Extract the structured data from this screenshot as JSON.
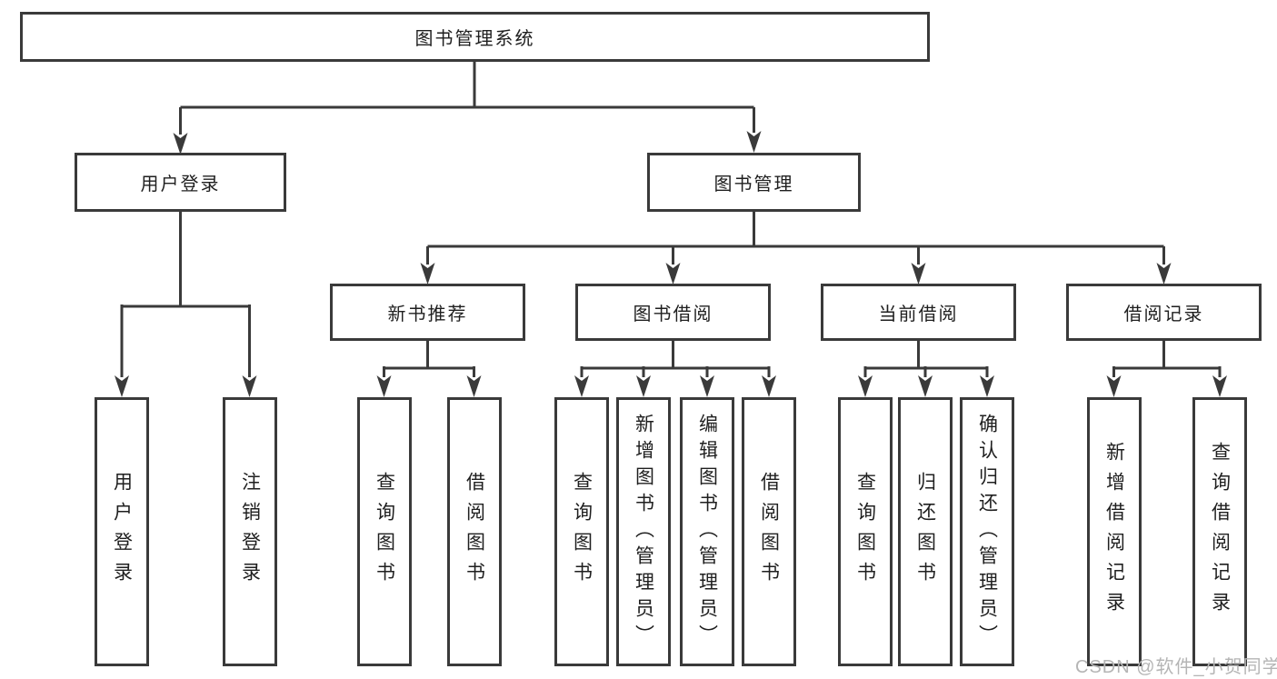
{
  "diagram": {
    "colors": {
      "line": "#3a3a3a",
      "text": "#1f1f1f",
      "background": "#ffffff",
      "watermark": "#b5b5b5"
    },
    "watermark": "CSDN @软件_小贺同学",
    "tree": {
      "root": {
        "label": "图书管理系统",
        "children": {
          "user_login": {
            "label": "用户登录",
            "children": {
              "login": {
                "label": "用户登录"
              },
              "logout": {
                "label": "注销登录"
              }
            }
          },
          "book_mgmt": {
            "label": "图书管理",
            "children": {
              "new_book_rec": {
                "label": "新书推荐",
                "children": {
                  "query": {
                    "label": "查询图书"
                  },
                  "borrow": {
                    "label": "借阅图书"
                  }
                }
              },
              "book_borrow": {
                "label": "图书借阅",
                "children": {
                  "query": {
                    "label": "查询图书"
                  },
                  "add": {
                    "label": "新增图书（管理员）"
                  },
                  "edit": {
                    "label": "编辑图书（管理员）"
                  },
                  "borrow": {
                    "label": "借阅图书"
                  }
                }
              },
              "current_borrow": {
                "label": "当前借阅",
                "children": {
                  "query": {
                    "label": "查询图书"
                  },
                  "return": {
                    "label": "归还图书"
                  },
                  "confirm": {
                    "label": "确认归还（管理员）"
                  }
                }
              },
              "borrow_record": {
                "label": "借阅记录",
                "children": {
                  "add": {
                    "label": "新增借阅记录"
                  },
                  "query": {
                    "label": "查询借阅记录"
                  }
                }
              }
            }
          }
        }
      }
    }
  }
}
